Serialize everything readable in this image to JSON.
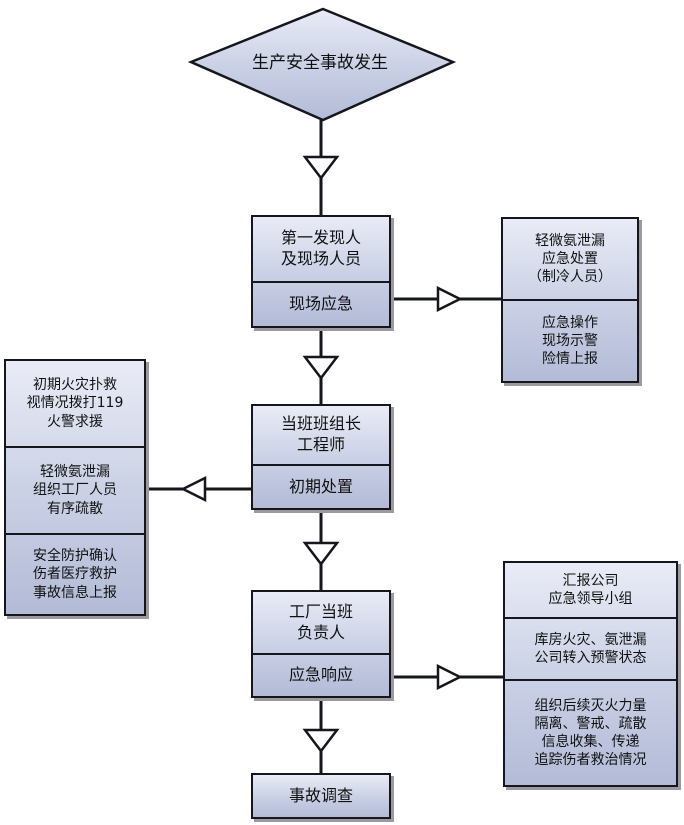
{
  "start": {
    "label": "生产安全事故发生"
  },
  "main": {
    "step1": {
      "title": "第一发现人\n及现场人员",
      "action": "现场应急"
    },
    "step2": {
      "title": "当班班组长\n工程师",
      "action": "初期处置"
    },
    "step3": {
      "title": "工厂当班\n负责人",
      "action": "应急响应"
    },
    "step4": {
      "title": "事故调查"
    }
  },
  "side1": {
    "header": "轻微氨泄漏\n应急处置\n（制冷人员）",
    "body": "应急操作\n现场示警\n险情上报"
  },
  "side2": {
    "item1": "初期火灾扑救\n视情况拨打119\n火警求援",
    "item2": "轻微氨泄漏\n组织工厂人员\n有序疏散",
    "item3": "安全防护确认\n伤者医疗救护\n事故信息上报"
  },
  "side3": {
    "header": "汇报公司\n应急领导小组",
    "item1": "库房火灾、氨泄漏\n公司转入预警状态",
    "item2": "组织后续灭火力量\n隔离、警戒、疏散\n信息收集、传递\n追踪伤者救治情况"
  },
  "colors": {
    "box_fill_top": "#e9ecf6",
    "box_fill_bottom": "#b3bbd7",
    "outline": "#15171d"
  }
}
